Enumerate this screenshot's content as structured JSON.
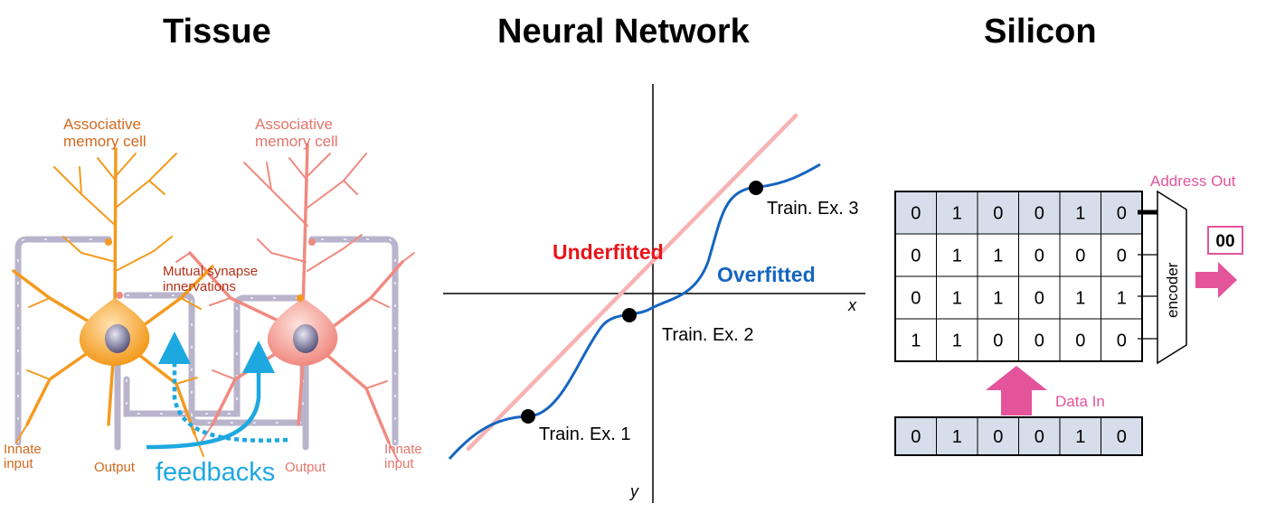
{
  "titles": {
    "tissue": "Tissue",
    "neural": "Neural Network",
    "silicon": "Silicon"
  },
  "tissue": {
    "cell_left_line1": "Associative",
    "cell_left_line2": "memory cell",
    "cell_right_line1": "Associative",
    "cell_right_line2": "memory cell",
    "synapse_line1": "Mutual synapse",
    "synapse_line2": "innervations",
    "innate_left_line1": "Innate",
    "innate_left_line2": "input",
    "innate_right_line1": "Innate",
    "innate_right_line2": "input",
    "output_left": "Output",
    "output_right": "Output",
    "feedbacks": "feedbacks",
    "colors": {
      "left_cell": "#f39a1e",
      "right_cell": "#f08a80",
      "feedback": "#1ea8e0",
      "label": "#d2691e",
      "synapse_label": "#b5301a"
    }
  },
  "neural": {
    "underfitted": "Underfitted",
    "overfitted": "Overfitted",
    "train_ex_1": "Train. Ex. 1",
    "train_ex_2": "Train. Ex. 2",
    "train_ex_3": "Train. Ex. 3",
    "x_axis": "x",
    "y_axis": "y",
    "colors": {
      "underfit": "#f7b3b3",
      "overfit": "#1565c0",
      "underfit_label": "#e8141a",
      "overfit_label": "#1565c0"
    }
  },
  "silicon": {
    "address_out": "Address Out",
    "encoder": "encoder",
    "address_value": "00",
    "data_in": "Data In",
    "memory": [
      [
        "0",
        "1",
        "0",
        "0",
        "1",
        "0"
      ],
      [
        "0",
        "1",
        "1",
        "0",
        "0",
        "0"
      ],
      [
        "0",
        "1",
        "1",
        "0",
        "1",
        "1"
      ],
      [
        "1",
        "1",
        "0",
        "0",
        "0",
        "0"
      ]
    ],
    "input_row": [
      "0",
      "1",
      "0",
      "0",
      "1",
      "0"
    ],
    "colors": {
      "highlight": "#d6deeb",
      "accent": "#e4549b"
    }
  }
}
